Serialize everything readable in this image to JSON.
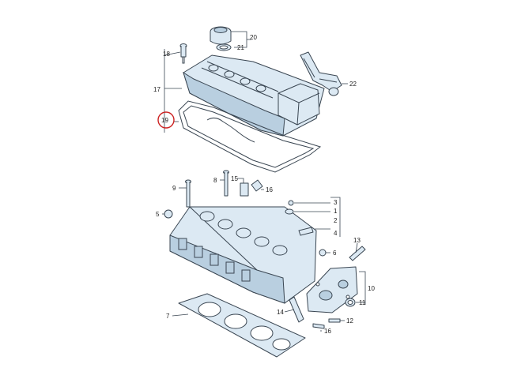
{
  "diagram": {
    "callouts": [
      {
        "id": "c20",
        "text": "20"
      },
      {
        "id": "c21",
        "text": "21"
      },
      {
        "id": "c18",
        "text": "18"
      },
      {
        "id": "c17",
        "text": "17"
      },
      {
        "id": "c22",
        "text": "22"
      },
      {
        "id": "c19",
        "text": "19"
      },
      {
        "id": "c8",
        "text": "8"
      },
      {
        "id": "c15",
        "text": "15"
      },
      {
        "id": "c16a",
        "text": "16"
      },
      {
        "id": "c9",
        "text": "9"
      },
      {
        "id": "c5",
        "text": "5"
      },
      {
        "id": "c3",
        "text": "3"
      },
      {
        "id": "c1",
        "text": "1"
      },
      {
        "id": "c2",
        "text": "2"
      },
      {
        "id": "c4",
        "text": "4"
      },
      {
        "id": "c6",
        "text": "6"
      },
      {
        "id": "c13",
        "text": "13"
      },
      {
        "id": "c10",
        "text": "10"
      },
      {
        "id": "c11",
        "text": "11"
      },
      {
        "id": "c7",
        "text": "7"
      },
      {
        "id": "c14",
        "text": "14"
      },
      {
        "id": "c12",
        "text": "12"
      },
      {
        "id": "c16b",
        "text": "16"
      }
    ],
    "highlight": {
      "callout": "19",
      "color": "#cc2222"
    },
    "colors": {
      "part_fill": "#dce9f3",
      "part_stroke": "#3a4652"
    }
  }
}
